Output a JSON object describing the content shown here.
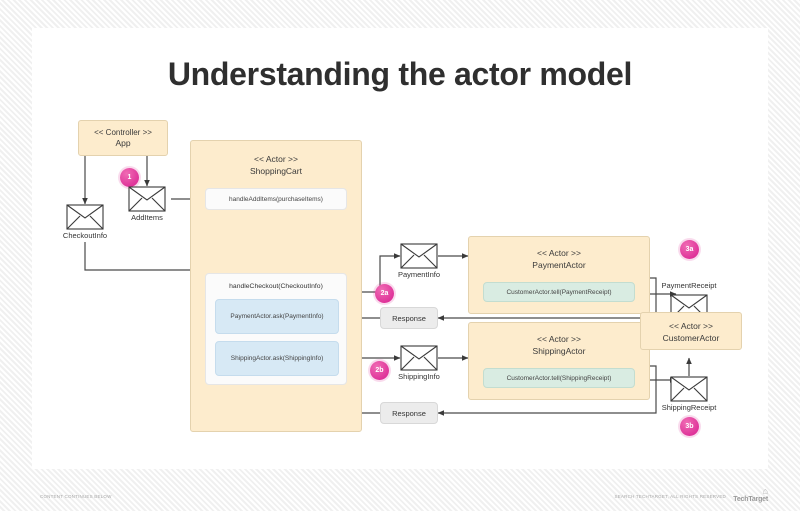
{
  "page": {
    "title": "Understanding the actor model"
  },
  "nodes": {
    "controller": {
      "stereotype": "<< Controller >>",
      "name": "App"
    },
    "shopping_cart": {
      "stereotype": "<< Actor >>",
      "name": "ShoppingCart",
      "methods": [
        "handleAddItems(purchaseItems)",
        "handleCheckout(CheckoutInfo)",
        "PaymentActor.ask(PaymentInfo)",
        "ShippingActor.ask(ShippingInfo)"
      ]
    },
    "payment_actor": {
      "stereotype": "<< Actor >>",
      "name": "PaymentActor",
      "method": "CustomerActor.tell(PaymentReceipt)"
    },
    "shipping_actor": {
      "stereotype": "<< Actor >>",
      "name": "ShippingActor",
      "method": "CustomerActor.tell(ShippingReceipt)"
    },
    "customer_actor": {
      "stereotype": "<< Actor >>",
      "name": "CustomerActor"
    }
  },
  "messages": {
    "checkout_info": "CheckoutInfo",
    "add_items": "AddItems",
    "payment_info": "PaymentInfo",
    "shipping_info": "ShippingInfo",
    "payment_receipt": "PaymentReceipt",
    "shipping_receipt": "ShippingReceipt",
    "response_top": "Response",
    "response_bottom": "Response"
  },
  "badges": {
    "step1": "1",
    "step2a": "2a",
    "step2b": "2b",
    "step3a": "3a",
    "step3b": "3b"
  },
  "footer": {
    "left": "CONTENT CONTINUES BELOW",
    "right": "SEARCH TECHTARGET, ALL RIGHTS RESERVED",
    "brand": "TechTarget",
    "brand_mark": "⌂"
  },
  "colors": {
    "actor_fill": "#fdeccd",
    "method_blue": "#d7e9f5",
    "method_green": "#d9ece2",
    "method_grey": "#ececec",
    "badge_pink": "#d81e8f",
    "title": "#2f2f2f"
  }
}
